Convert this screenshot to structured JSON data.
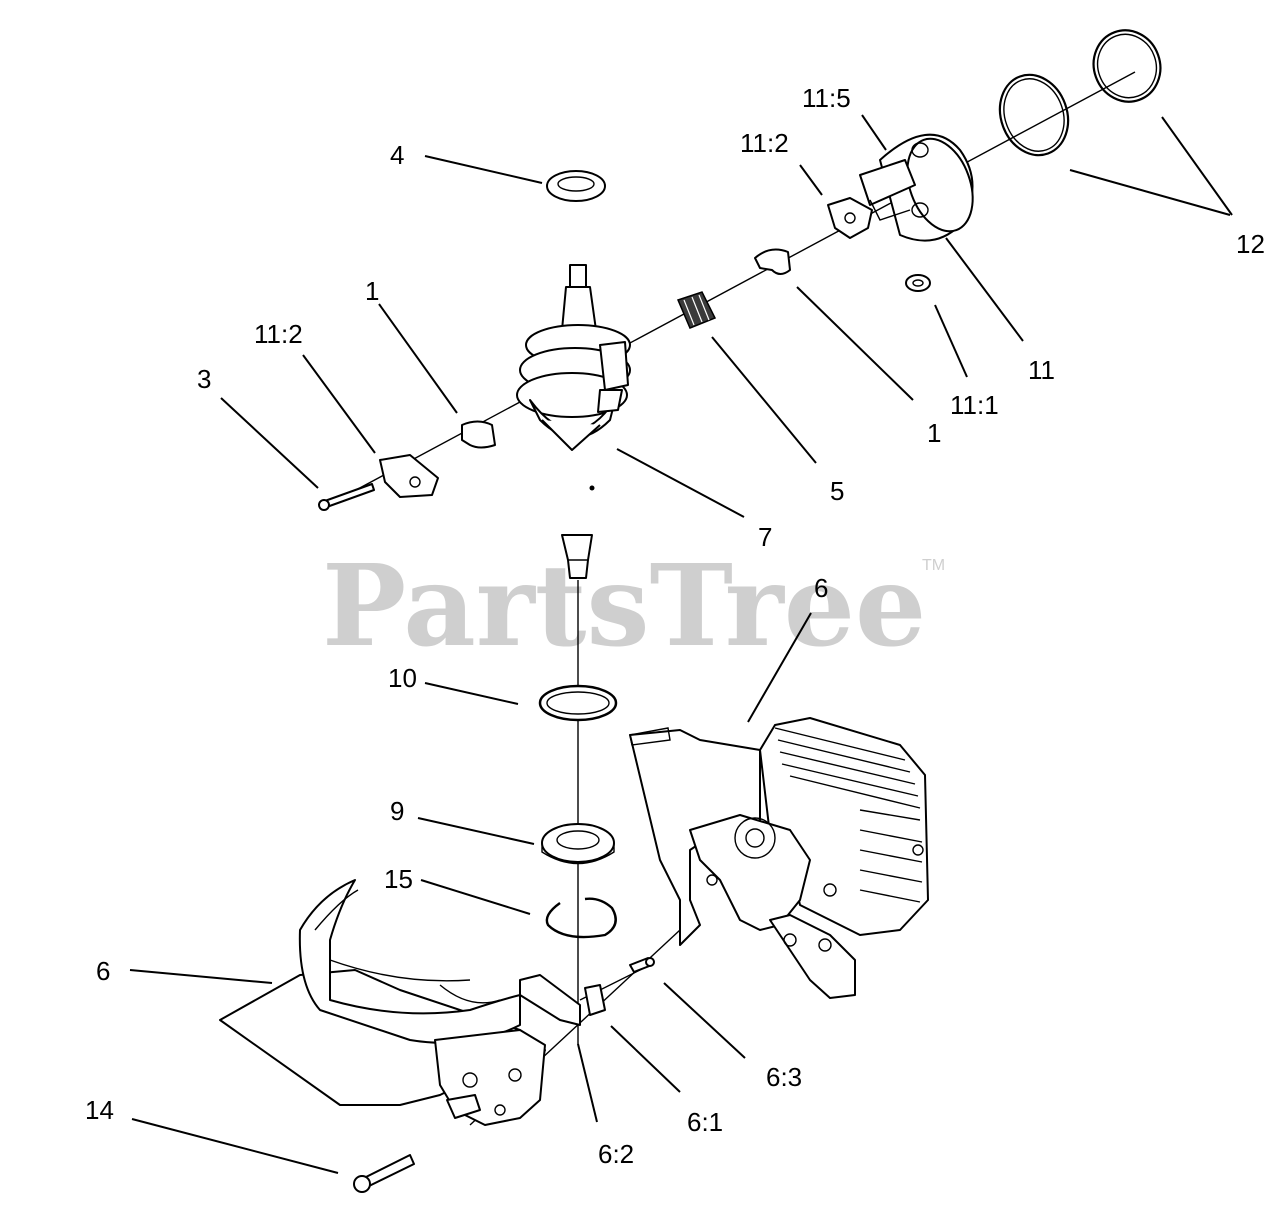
{
  "watermark": {
    "text": "PartsTree",
    "trademark": "TM"
  },
  "labels": {
    "l1a": "1",
    "l1b": "1",
    "l3": "3",
    "l4": "4",
    "l5": "5",
    "l6a": "6",
    "l6b": "6",
    "l6_1": "6:1",
    "l6_2": "6:2",
    "l6_3": "6:3",
    "l7": "7",
    "l9": "9",
    "l10": "10",
    "l11": "11",
    "l11_1": "11:1",
    "l11_2a": "11:2",
    "l11_2b": "11:2",
    "l11_5": "11:5",
    "l12": "12",
    "l14": "14",
    "l15": "15"
  }
}
